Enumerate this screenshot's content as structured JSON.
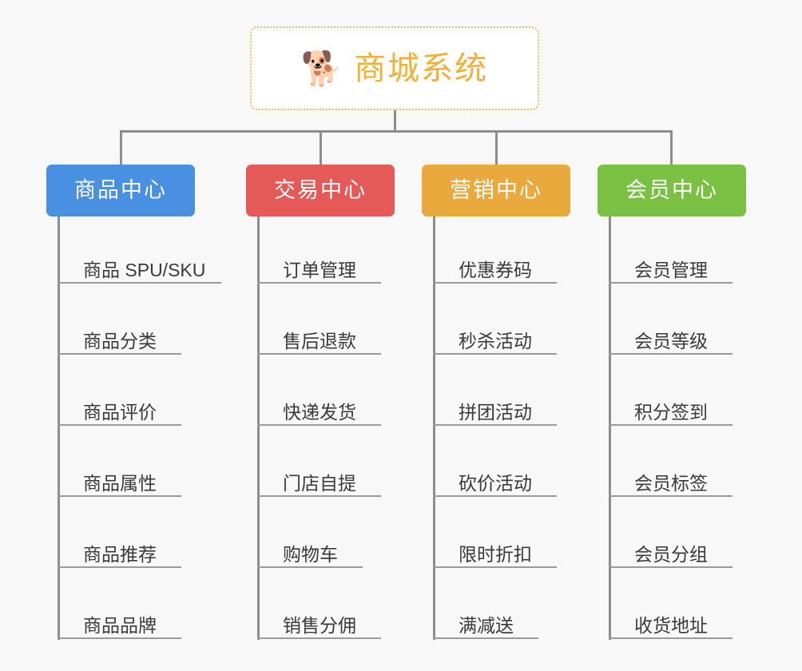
{
  "page": {
    "background_color": "#f8f8f8",
    "diagram_type": "org-chart"
  },
  "root": {
    "title": "商城系统",
    "icon": "shiba-dog-face-emoji",
    "icon_glyph": "🐕",
    "text_color": "#f2b134",
    "border_color": "#f0b95c",
    "background_color": "#ffffff"
  },
  "connector": {
    "color": "#8d8d8d"
  },
  "columns": [
    {
      "header": "商品中心",
      "color": "#4a90e2",
      "items": [
        "商品 SPU/SKU",
        "商品分类",
        "商品评价",
        "商品属性",
        "商品推荐",
        "商品品牌"
      ]
    },
    {
      "header": "交易中心",
      "color": "#e55a58",
      "items": [
        "订单管理",
        "售后退款",
        "快递发货",
        "门店自提",
        "购物车",
        "销售分佣"
      ]
    },
    {
      "header": "营销中心",
      "color": "#e9a93c",
      "items": [
        "优惠券码",
        "秒杀活动",
        "拼团活动",
        "砍价活动",
        "限时折扣",
        "满减送"
      ]
    },
    {
      "header": "会员中心",
      "color": "#7ac143",
      "items": [
        "会员管理",
        "会员等级",
        "积分签到",
        "会员标签",
        "会员分组",
        "收货地址"
      ]
    }
  ],
  "chart_data": {
    "type": "table",
    "title": "商城系统",
    "categories": [
      "商品中心",
      "交易中心",
      "营销中心",
      "会员中心"
    ],
    "series": [
      {
        "name": "商品中心",
        "values": [
          "商品 SPU/SKU",
          "商品分类",
          "商品评价",
          "商品属性",
          "商品推荐",
          "商品品牌"
        ]
      },
      {
        "name": "交易中心",
        "values": [
          "订单管理",
          "售后退款",
          "快递发货",
          "门店自提",
          "购物车",
          "销售分佣"
        ]
      },
      {
        "name": "营销中心",
        "values": [
          "优惠券码",
          "秒杀活动",
          "拼团活动",
          "砍价活动",
          "限时折扣",
          "满减送"
        ]
      },
      {
        "name": "会员中心",
        "values": [
          "会员管理",
          "会员等级",
          "积分签到",
          "会员标签",
          "会员分组",
          "收货地址"
        ]
      }
    ]
  }
}
